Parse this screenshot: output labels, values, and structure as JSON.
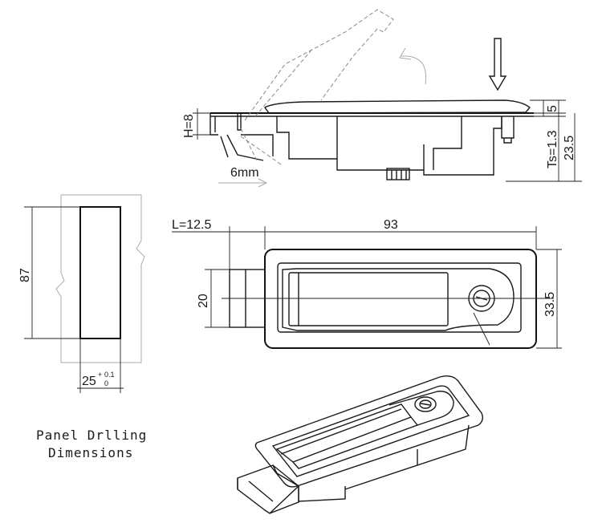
{
  "dimensions": {
    "h": "H=8",
    "five": "5",
    "ts": "Ts=1.3",
    "total_height": "23.5",
    "travel": "6mm",
    "lever_length": "L=12.5",
    "body_length": "93",
    "cutout_height": "87",
    "plunger_width": "20",
    "body_width": "33.5",
    "cutout_width": "25",
    "tol_upper": "0.1",
    "tol_lower": "0"
  },
  "caption": {
    "line1": "Panel Drlling",
    "line2": "Dimensions"
  },
  "colors": {
    "line": "#1a1a1a",
    "phantom": "#888888",
    "arrow_fill": "#ffffff"
  }
}
